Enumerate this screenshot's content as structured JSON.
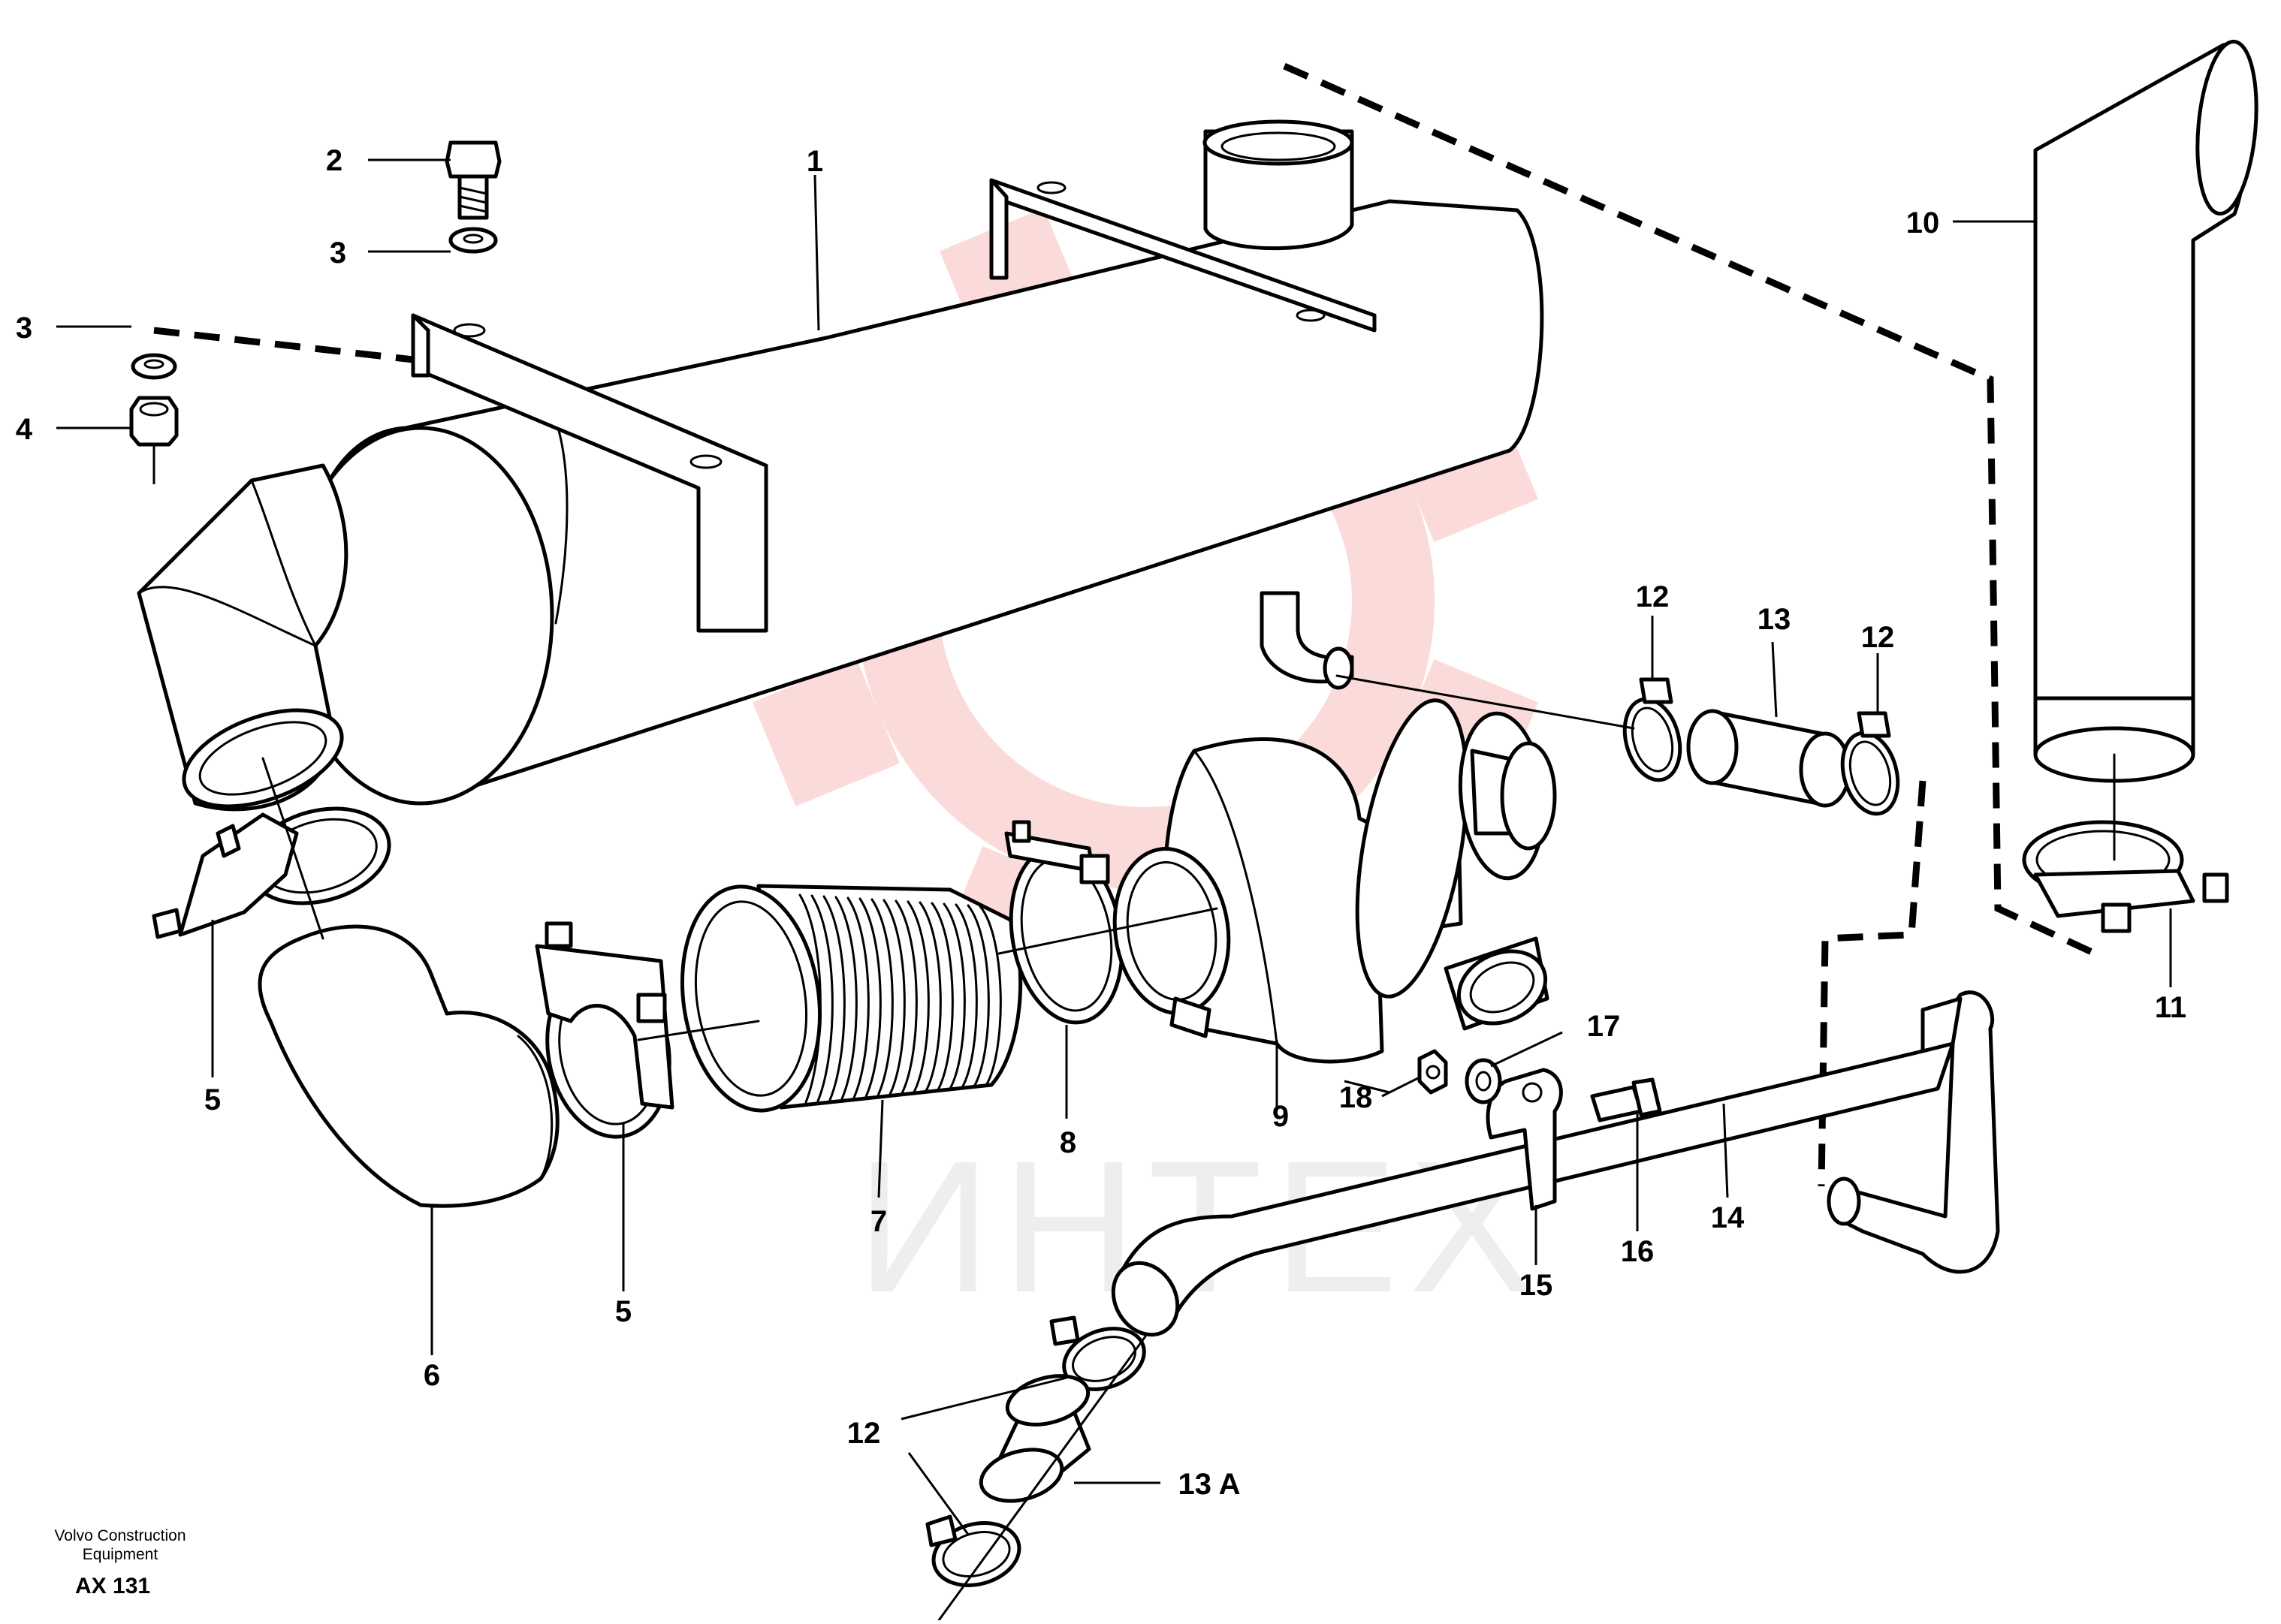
{
  "diagram": {
    "callouts": {
      "c1": "1",
      "c2": "2",
      "c3a": "3",
      "c3b": "3",
      "c4": "4",
      "c5a": "5",
      "c5b": "5",
      "c6": "6",
      "c7": "7",
      "c8": "8",
      "c9": "9",
      "c10": "10",
      "c11": "11",
      "c12a": "12",
      "c12b": "12",
      "c12c": "12",
      "c13": "13",
      "c13a": "13 A",
      "c14": "14",
      "c15": "15",
      "c16": "16",
      "c17": "17",
      "c18": "18"
    },
    "footer": {
      "line1": "Volvo Construction",
      "line2": "Equipment",
      "code": "AX 131"
    },
    "watermark": {
      "text": "ИНТЕХ",
      "gear_color": "#e8392f",
      "text_color": "#8a8a8a"
    }
  }
}
